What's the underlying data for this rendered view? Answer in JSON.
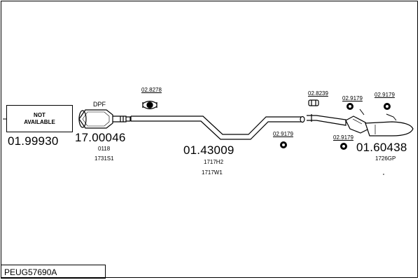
{
  "not_available": {
    "line1": "NOT",
    "line2": "AVAILABLE"
  },
  "parts": [
    {
      "number": "01.99930",
      "refs": []
    },
    {
      "number": "17.00046",
      "label": "DPF",
      "refs": [
        "0118",
        "1731S1"
      ]
    },
    {
      "number": "01.43009",
      "refs": [
        "1717H2",
        "1717W1"
      ]
    },
    {
      "number": "01.60438",
      "refs": [
        "1726GP"
      ]
    }
  ],
  "accessories": {
    "gasket_front": "02.8278",
    "hanger_mid": "02.9179",
    "clamp_rear": "02.8239",
    "hanger_rear_1": "02.9179",
    "hanger_rear_2": "02.9179",
    "hanger_rear_3": "02.9179"
  },
  "code": "PEUG57690A"
}
